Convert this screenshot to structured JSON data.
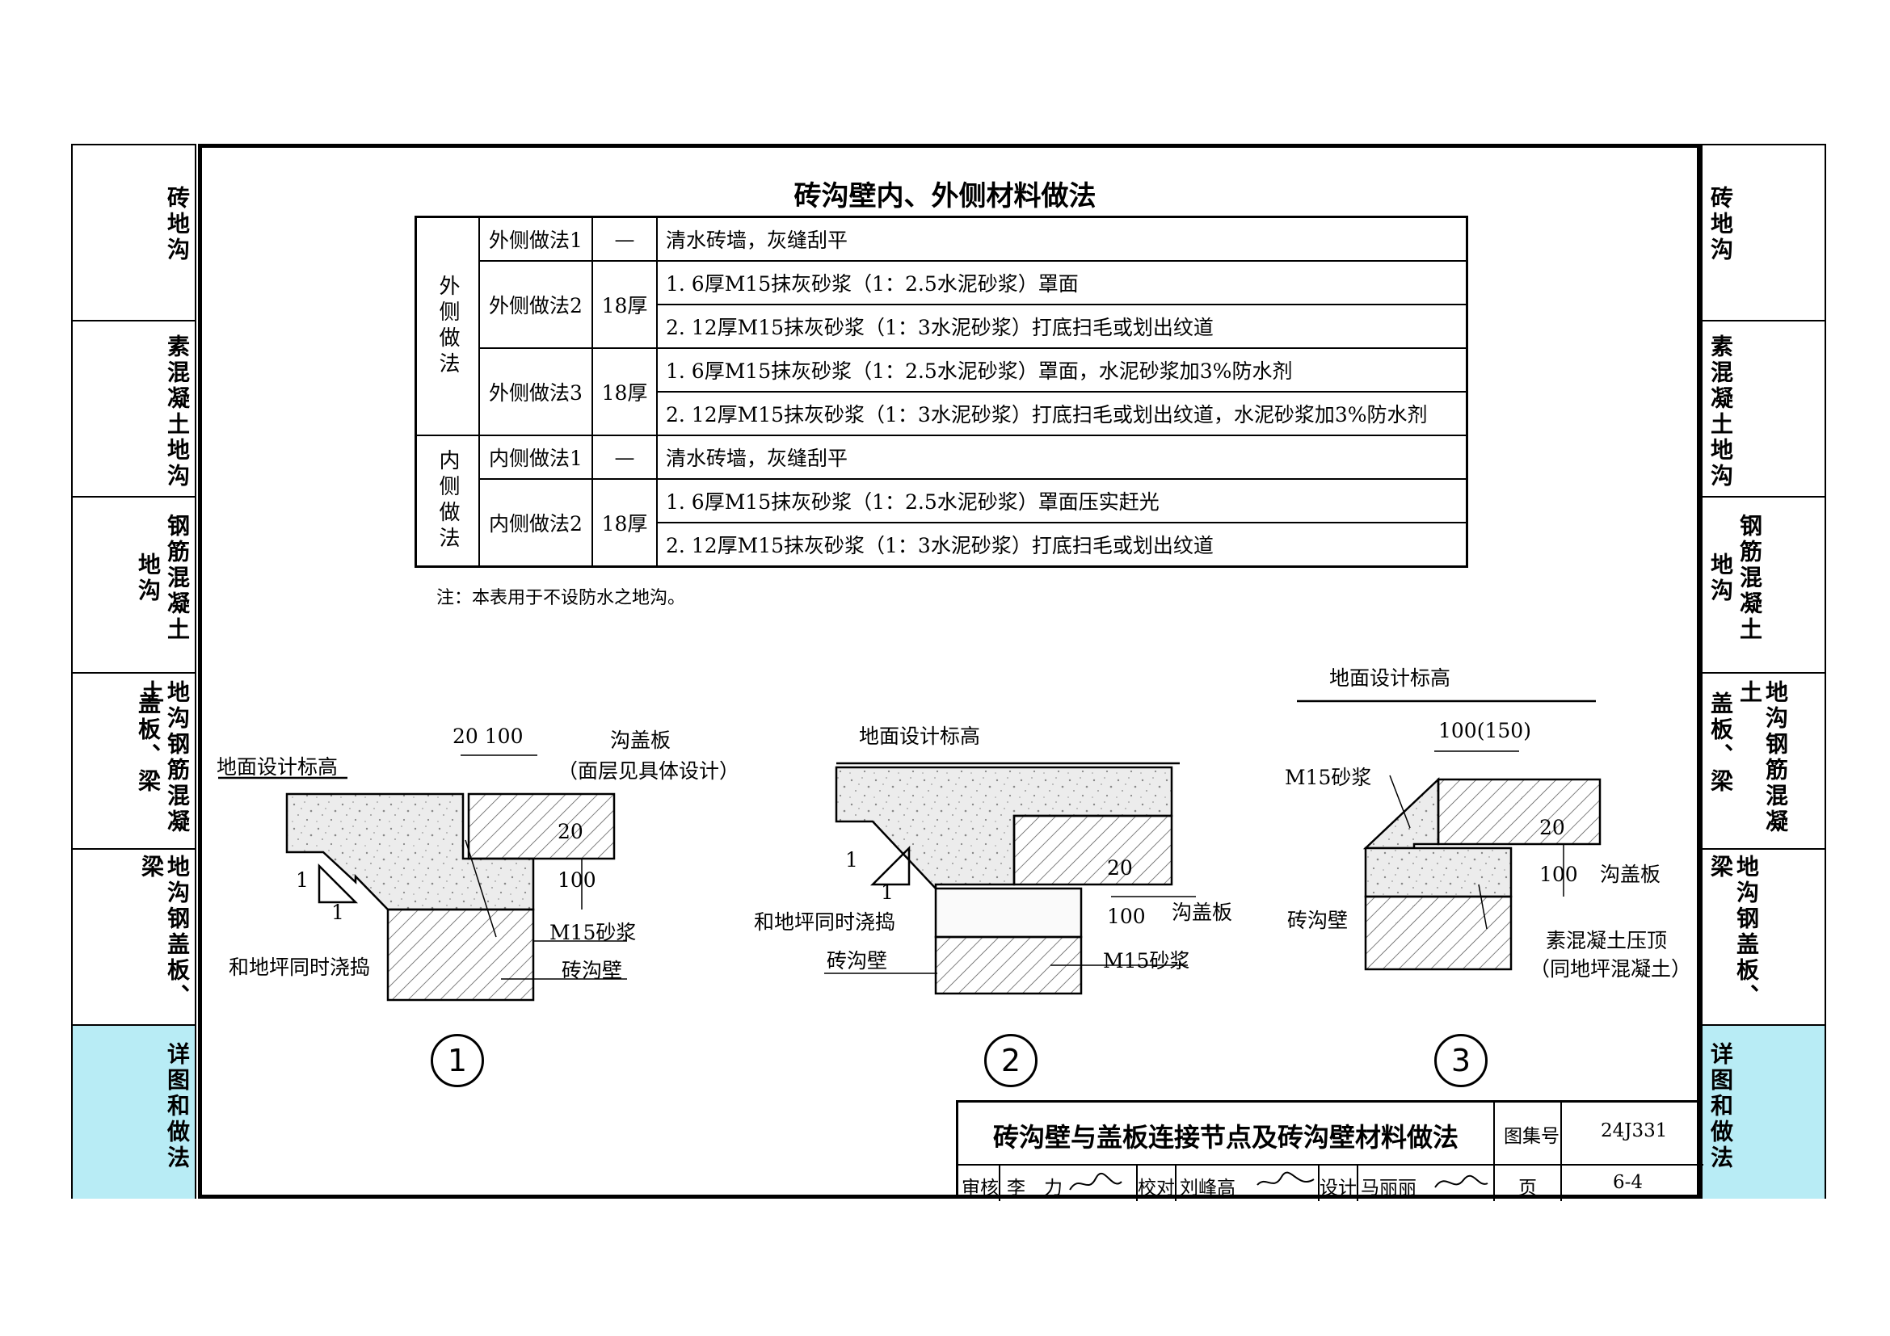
{
  "left_tabs": [
    {
      "lines": [
        "砖地沟"
      ]
    },
    {
      "lines": [
        "素混凝土地沟"
      ]
    },
    {
      "lines": [
        "钢筋混凝土",
        "地沟"
      ]
    },
    {
      "lines": [
        "地沟钢筋混凝土",
        "盖板、梁"
      ]
    },
    {
      "lines": [
        "地沟钢盖板、梁"
      ]
    },
    {
      "lines": [
        "详图和做法"
      ]
    }
  ],
  "table": {
    "title": "砖沟壁内、外侧材料做法",
    "outer_group": "外侧做法",
    "inner_group": "内侧做法",
    "rows": [
      {
        "name": "外侧做法1",
        "thickness": "—",
        "items": [
          "清水砖墙，灰缝刮平"
        ]
      },
      {
        "name": "外侧做法2",
        "thickness": "18厚",
        "items": [
          "1. 6厚M15抹灰砂浆（1：2.5水泥砂浆）罩面",
          "2. 12厚M15抹灰砂浆（1：3水泥砂浆）打底扫毛或划出纹道"
        ]
      },
      {
        "name": "外侧做法3",
        "thickness": "18厚",
        "items": [
          "1. 6厚M15抹灰砂浆（1：2.5水泥砂浆）罩面，水泥砂浆加3%防水剂",
          "2. 12厚M15抹灰砂浆（1：3水泥砂浆）打底扫毛或划出纹道，水泥砂浆加3%防水剂"
        ]
      },
      {
        "name": "内侧做法1",
        "thickness": "—",
        "items": [
          "清水砖墙，灰缝刮平"
        ]
      },
      {
        "name": "内侧做法2",
        "thickness": "18厚",
        "items": [
          "1. 6厚M15抹灰砂浆（1：2.5水泥砂浆）罩面压实赶光",
          "2. 12厚M15抹灰砂浆（1：3水泥砂浆）打底扫毛或划出纹道"
        ]
      }
    ],
    "note": "注：本表用于不设防水之地沟。"
  },
  "details": {
    "d1": {
      "number": "1",
      "ground_label": "地面设计标高",
      "dim_top": "20 100",
      "cover": "沟盖板",
      "cover_note": "（面层见具体设计）",
      "dim_20": "20",
      "dim_100": "100",
      "slope_1a": "1",
      "slope_1b": "1",
      "mortar": "M15砂浆",
      "cast": "和地坪同时浇捣",
      "wall": "砖沟壁"
    },
    "d2": {
      "number": "2",
      "ground_label": "地面设计标高",
      "slope_1a": "1",
      "slope_1b": "1",
      "cast": "和地坪同时浇捣",
      "wall": "砖沟壁",
      "dim_20": "20",
      "dim_100": "100",
      "cover": "沟盖板",
      "mortar": "M15砂浆"
    },
    "d3": {
      "number": "3",
      "ground_label": "地面设计标高",
      "dim_top": "100(150)",
      "mortar": "M15砂浆",
      "dim_20": "20",
      "dim_100": "100",
      "cover": "沟盖板",
      "wall": "砖沟壁",
      "coping": "素混凝土压顶",
      "coping_note": "（同地坪混凝土）"
    }
  },
  "title_block": {
    "title": "砖沟壁与盖板连接节点及砖沟壁材料做法",
    "atlas_label": "图集号",
    "atlas_no": "24J331",
    "review_label": "审核",
    "reviewer": "李　力",
    "check_label": "校对",
    "checker": "刘峰高",
    "design_label": "设计",
    "designer": "马丽丽",
    "page_label": "页",
    "page_no": "6-4"
  },
  "colors": {
    "highlight": "#b8ecf5",
    "hatch": "#555555",
    "concrete": "#e6e6e6"
  }
}
